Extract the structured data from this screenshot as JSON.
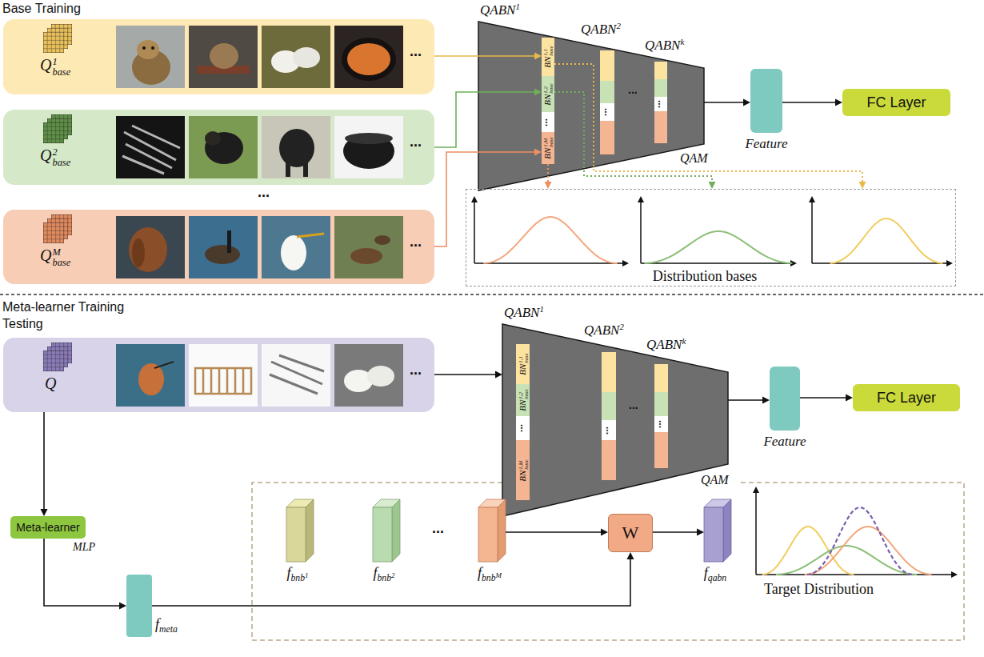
{
  "diagram": {
    "nodes": [
      {
        "text": [
          "Q",
          "1",
          "base",
          "..."
        ]
      },
      {
        "text": [
          "Q",
          "2",
          "base",
          "..."
        ]
      },
      {
        "text": [
          "Q",
          "M",
          "base",
          "..."
        ]
      },
      {
        "text": [
          "QAM"
        ]
      },
      {
        "text": [
          "BN",
          "1,1",
          "base"
        ],
        "in": 3
      },
      {
        "text": [
          "BN",
          "1,2",
          "base"
        ],
        "in": 3
      },
      {
        "text": [
          "BN",
          "1,M",
          "base"
        ],
        "in": 3
      },
      {
        "text": [
          "Feature"
        ]
      },
      {
        "text": [
          "FC Layer"
        ]
      },
      {
        "text": [
          "Distribution bases"
        ]
      },
      {
        "text": [
          "Q",
          "..."
        ]
      },
      {
        "text": [
          "QAM"
        ]
      },
      {
        "text": [
          "BN",
          "1,1",
          "base"
        ],
        "in": 11
      },
      {
        "text": [
          "BN",
          "1,2",
          "base"
        ],
        "in": 11
      },
      {
        "text": [
          "BN",
          "1,M",
          "base"
        ],
        "in": 11
      },
      {
        "text": [
          "Feature"
        ]
      },
      {
        "text": [
          "FC Layer"
        ]
      },
      {
        "text": [
          "Meta-learner",
          "MLP"
        ]
      },
      {
        "text": [
          "f",
          "meta"
        ]
      },
      {
        "text": [
          "f",
          "bnb",
          "1"
        ]
      },
      {
        "text": [
          "f",
          "bnb",
          "2"
        ]
      },
      {
        "text": [
          "f",
          "bnb",
          "M"
        ]
      },
      {
        "text": [
          "W"
        ]
      },
      {
        "text": [
          "f",
          "qabn"
        ]
      }
    ],
    "edges": [
      {
        "from": 0,
        "to": 4,
        "arrow": "to"
      },
      {
        "from": 1,
        "to": 5,
        "arrow": "to"
      },
      {
        "from": 2,
        "to": 6,
        "arrow": "to"
      },
      {
        "from": 6,
        "to": 9,
        "arrow": "to"
      },
      {
        "from": 5,
        "to": 9,
        "arrow": "to"
      },
      {
        "from": 4,
        "to": 9,
        "arrow": "to"
      },
      {
        "from": 3,
        "to": 7,
        "arrow": "to"
      },
      {
        "from": 7,
        "to": 8,
        "arrow": "to"
      },
      {
        "from": 10,
        "to": 11,
        "arrow": "to"
      },
      {
        "from": 11,
        "to": 15,
        "arrow": "to"
      },
      {
        "from": 15,
        "to": 16,
        "arrow": "to"
      },
      {
        "from": 10,
        "to": 17,
        "arrow": "to"
      },
      {
        "from": 17,
        "to": 18,
        "arrow": "to"
      },
      {
        "from": 18,
        "to": 22,
        "arrow": "to"
      },
      {
        "from": 21,
        "to": 22,
        "arrow": "to"
      },
      {
        "from": 22,
        "to": 23,
        "arrow": "to"
      }
    ],
    "labels": [
      "Base Training",
      "...",
      "QABN",
      "1",
      "QABN",
      "2",
      "QABN",
      "k",
      "...",
      "...",
      "...",
      "...",
      "Meta-learner Training",
      "Testing",
      "QABN",
      "1",
      "QABN",
      "2",
      "QABN",
      "k",
      "...",
      "...",
      "...",
      "...",
      "...",
      "Target Distribution"
    ]
  }
}
